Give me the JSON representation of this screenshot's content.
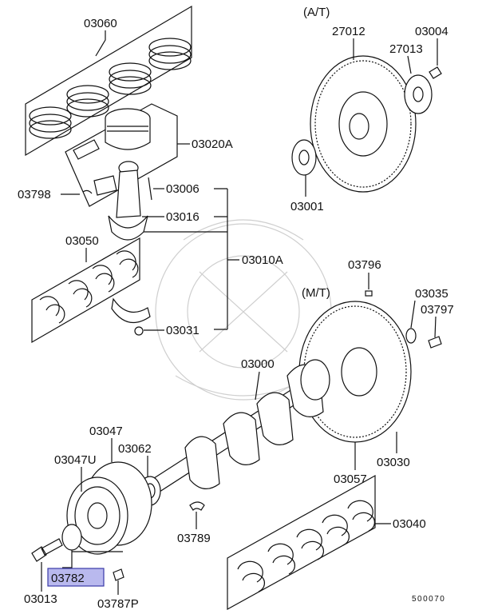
{
  "labels": {
    "p03060": "03060",
    "p03020A": "03020A",
    "p03798": "03798",
    "p03006": "03006",
    "p03016": "03016",
    "p03050": "03050",
    "p03010A": "03010A",
    "p03031": "03031",
    "at": "(A/T)",
    "p27012": "27012",
    "p27013": "27013",
    "p03004": "03004",
    "p03001": "03001",
    "p03796": "03796",
    "mt": "(M/T)",
    "p03035": "03035",
    "p03797": "03797",
    "p03000": "03000",
    "p03047": "03047",
    "p03047U": "03047U",
    "p03062": "03062",
    "p03789": "03789",
    "p03057": "03057",
    "p03030": "03030",
    "p03040": "03040",
    "p03782": "03782",
    "p03013": "03013",
    "p03787P": "03787P",
    "diagram_code": "500070"
  },
  "highlight_color": "#b9b9ee"
}
